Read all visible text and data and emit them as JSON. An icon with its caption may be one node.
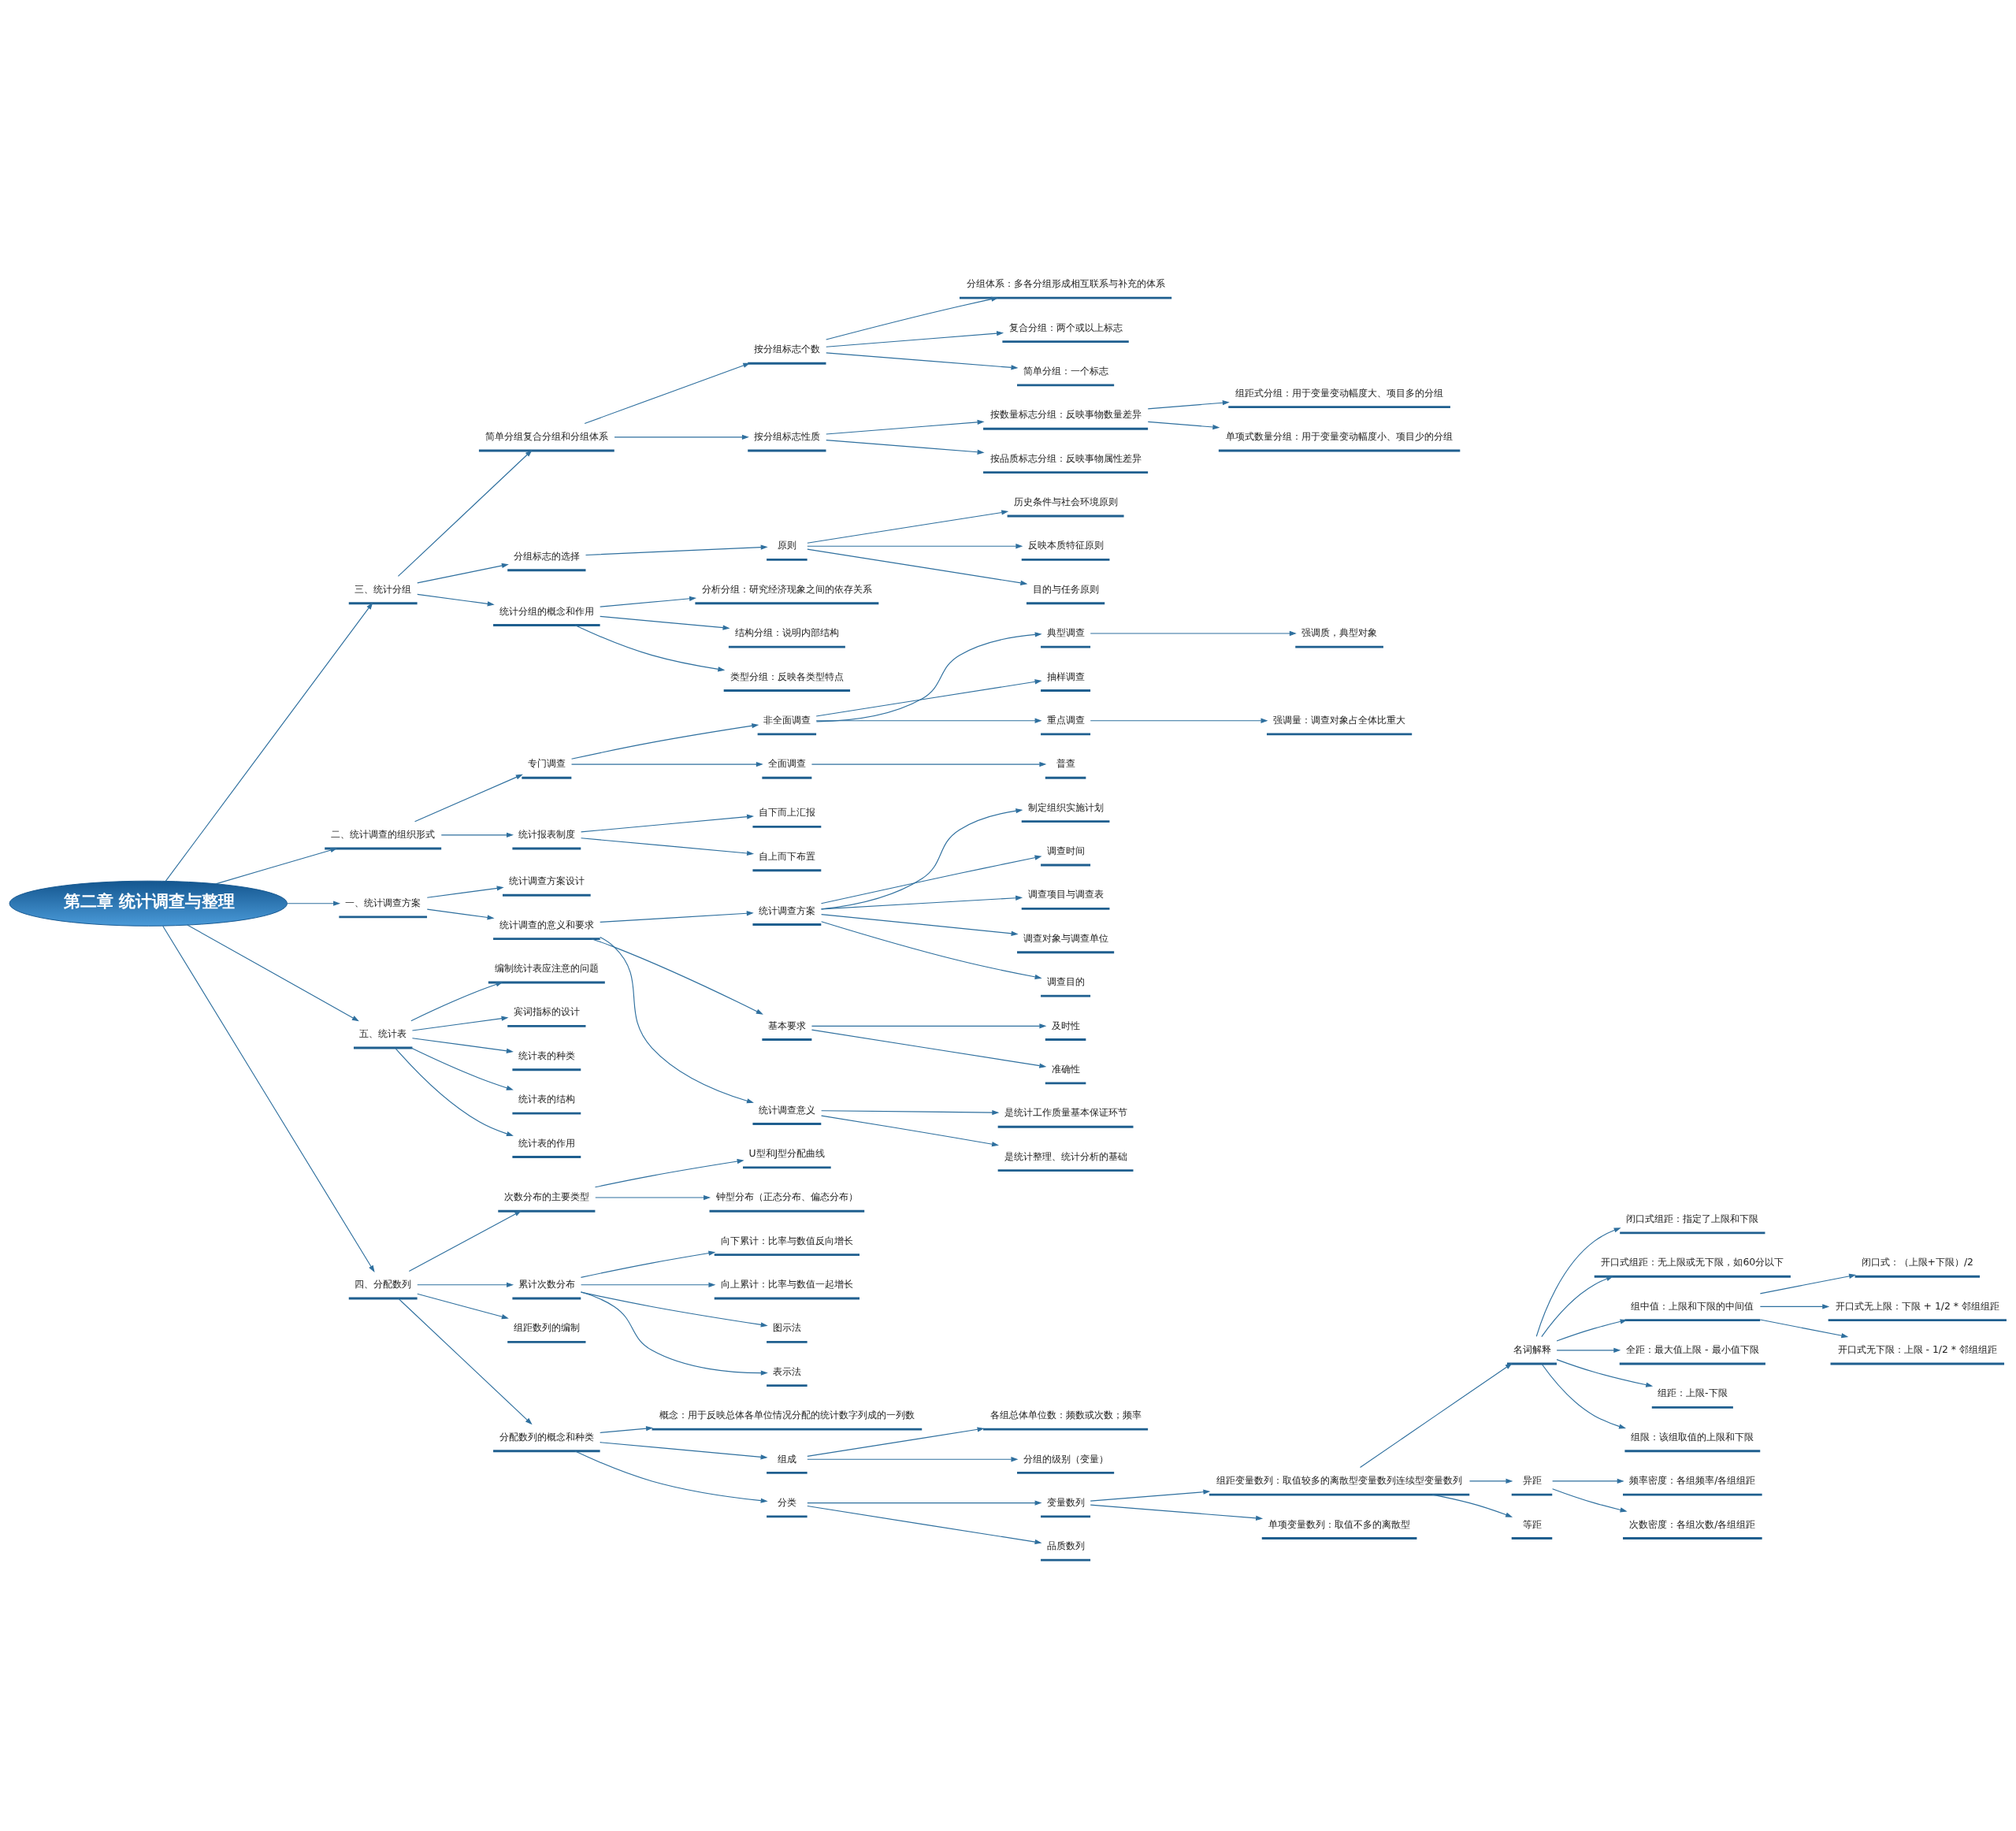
{
  "diagram": {
    "nodes": [
      {
        "text": [
          "第二章 统计调查与整理"
        ]
      },
      {
        "text": [
          "三、统计分组"
        ]
      },
      {
        "text": [
          "简单分组复合分组和分组体系"
        ]
      },
      {
        "text": [
          "按分组标志个数"
        ]
      },
      {
        "text": [
          "分组体系：多各分组形成相互联系与补充的体系"
        ]
      },
      {
        "text": [
          "复合分组：两个或以上标志"
        ]
      },
      {
        "text": [
          "简单分组：一个标志"
        ]
      },
      {
        "text": [
          "按分组标志性质"
        ]
      },
      {
        "text": [
          "按数量标志分组：反映事物数量差异"
        ]
      },
      {
        "text": [
          "组距式分组：用于变量变动幅度大、项目多的分组"
        ]
      },
      {
        "text": [
          "单项式数量分组：用于变量变动幅度小、项目少的分组"
        ]
      },
      {
        "text": [
          "按品质标志分组：反映事物属性差异"
        ]
      },
      {
        "text": [
          "分组标志的选择"
        ]
      },
      {
        "text": [
          "原则"
        ]
      },
      {
        "text": [
          "历史条件与社会环境原则"
        ]
      },
      {
        "text": [
          "反映本质特征原则"
        ]
      },
      {
        "text": [
          "目的与任务原则"
        ]
      },
      {
        "text": [
          "统计分组的概念和作用"
        ]
      },
      {
        "text": [
          "分析分组：研究经济现象之间的依存关系"
        ]
      },
      {
        "text": [
          "结构分组：说明内部结构"
        ]
      },
      {
        "text": [
          "类型分组：反映各类型特点"
        ]
      },
      {
        "text": [
          "二、统计调查的组织形式"
        ]
      },
      {
        "text": [
          "专门调查"
        ]
      },
      {
        "text": [
          "非全面调查"
        ]
      },
      {
        "text": [
          "典型调查"
        ]
      },
      {
        "text": [
          "强调质，典型对象"
        ]
      },
      {
        "text": [
          "抽样调查"
        ]
      },
      {
        "text": [
          "重点调查"
        ]
      },
      {
        "text": [
          "强调量：调查对象占全体比重大"
        ]
      },
      {
        "text": [
          "全面调查"
        ]
      },
      {
        "text": [
          "普查"
        ]
      },
      {
        "text": [
          "统计报表制度"
        ]
      },
      {
        "text": [
          "自下而上汇报"
        ]
      },
      {
        "text": [
          "自上而下布置"
        ]
      },
      {
        "text": [
          "一、统计调查方案"
        ]
      },
      {
        "text": [
          "统计调查方案设计"
        ]
      },
      {
        "text": [
          "统计调查的意义和要求"
        ]
      },
      {
        "text": [
          "统计调查方案"
        ]
      },
      {
        "text": [
          "制定组织实施计划"
        ]
      },
      {
        "text": [
          "调查时间"
        ]
      },
      {
        "text": [
          "调查项目与调查表"
        ]
      },
      {
        "text": [
          "调查对象与调查单位"
        ]
      },
      {
        "text": [
          "调查目的"
        ]
      },
      {
        "text": [
          "基本要求"
        ]
      },
      {
        "text": [
          "及时性"
        ]
      },
      {
        "text": [
          "准确性"
        ]
      },
      {
        "text": [
          "统计调查意义"
        ]
      },
      {
        "text": [
          "是统计工作质量基本保证环节"
        ]
      },
      {
        "text": [
          "是统计整理、统计分析的基础"
        ]
      },
      {
        "text": [
          "五、统计表"
        ]
      },
      {
        "text": [
          "编制统计表应注意的问题"
        ]
      },
      {
        "text": [
          "宾词指标的设计"
        ]
      },
      {
        "text": [
          "统计表的种类"
        ]
      },
      {
        "text": [
          "统计表的结构"
        ]
      },
      {
        "text": [
          "统计表的作用"
        ]
      },
      {
        "text": [
          "四、分配数列"
        ]
      },
      {
        "text": [
          "次数分布的主要类型"
        ]
      },
      {
        "text": [
          "U型和J型分配曲线"
        ]
      },
      {
        "text": [
          "钟型分布（正态分布、偏态分布）"
        ]
      },
      {
        "text": [
          "累计次数分布"
        ]
      },
      {
        "text": [
          "向下累计：比率与数值反向增长"
        ]
      },
      {
        "text": [
          "向上累计：比率与数值一起增长"
        ]
      },
      {
        "text": [
          "图示法"
        ]
      },
      {
        "text": [
          "表示法"
        ]
      },
      {
        "text": [
          "组距数列的编制"
        ]
      },
      {
        "text": [
          "分配数列的概念和种类"
        ]
      },
      {
        "text": [
          "概念：用于反映总体各单位情况分配的统计数字列成的一列数"
        ]
      },
      {
        "text": [
          "组成"
        ]
      },
      {
        "text": [
          "各组总体单位数：频数或次数；频率"
        ]
      },
      {
        "text": [
          "分组的级别（变量）"
        ]
      },
      {
        "text": [
          "分类"
        ]
      },
      {
        "text": [
          "变量数列"
        ]
      },
      {
        "text": [
          "组距变量数列：取值较多的离散型变量数列连续型变量数列"
        ]
      },
      {
        "text": [
          "名词解释"
        ]
      },
      {
        "text": [
          "闭口式组距：指定了上限和下限"
        ]
      },
      {
        "text": [
          "开口式组距：无上限或无下限，如60分以下"
        ]
      },
      {
        "text": [
          "组中值：上限和下限的中间值"
        ]
      },
      {
        "text": [
          "闭口式：（上限+下限）/2"
        ]
      },
      {
        "text": [
          "开口式无上限：下限 + 1/2 * 邻组组距"
        ]
      },
      {
        "text": [
          "开口式无下限：上限 - 1/2 * 邻组组距"
        ]
      },
      {
        "text": [
          "全距：最大值上限 - 最小值下限"
        ]
      },
      {
        "text": [
          "组距：上限-下限"
        ]
      },
      {
        "text": [
          "组限：该组取值的上限和下限"
        ]
      },
      {
        "text": [
          "异距"
        ]
      },
      {
        "text": [
          "频率密度：各组频率/各组组距"
        ]
      },
      {
        "text": [
          "次数密度：各组次数/各组组距"
        ]
      },
      {
        "text": [
          "等距"
        ]
      },
      {
        "text": [
          "单项变量数列：取值不多的离散型"
        ]
      },
      {
        "text": [
          "品质数列"
        ]
      }
    ],
    "edges": [
      {
        "from": 0,
        "to": 1,
        "arrow": "to"
      },
      {
        "from": 1,
        "to": 2,
        "arrow": "to"
      },
      {
        "from": 2,
        "to": 3,
        "arrow": "to"
      },
      {
        "from": 3,
        "to": 4,
        "arrow": "to"
      },
      {
        "from": 3,
        "to": 5,
        "arrow": "to"
      },
      {
        "from": 3,
        "to": 6,
        "arrow": "to"
      },
      {
        "from": 2,
        "to": 7,
        "arrow": "to"
      },
      {
        "from": 7,
        "to": 8,
        "arrow": "to"
      },
      {
        "from": 8,
        "to": 9,
        "arrow": "to"
      },
      {
        "from": 8,
        "to": 10,
        "arrow": "to"
      },
      {
        "from": 7,
        "to": 11,
        "arrow": "to"
      },
      {
        "from": 1,
        "to": 12,
        "arrow": "to"
      },
      {
        "from": 12,
        "to": 13,
        "arrow": "to"
      },
      {
        "from": 13,
        "to": 14,
        "arrow": "to"
      },
      {
        "from": 13,
        "to": 15,
        "arrow": "to"
      },
      {
        "from": 13,
        "to": 16,
        "arrow": "to"
      },
      {
        "from": 1,
        "to": 17,
        "arrow": "to"
      },
      {
        "from": 17,
        "to": 18,
        "arrow": "to"
      },
      {
        "from": 17,
        "to": 19,
        "arrow": "to"
      },
      {
        "from": 17,
        "to": 20,
        "arrow": "to"
      },
      {
        "from": 0,
        "to": 21,
        "arrow": "to"
      },
      {
        "from": 21,
        "to": 22,
        "arrow": "to"
      },
      {
        "from": 22,
        "to": 23,
        "arrow": "to"
      },
      {
        "from": 23,
        "to": 24,
        "arrow": "to"
      },
      {
        "from": 24,
        "to": 25,
        "arrow": "to"
      },
      {
        "from": 23,
        "to": 26,
        "arrow": "to"
      },
      {
        "from": 23,
        "to": 27,
        "arrow": "to"
      },
      {
        "from": 27,
        "to": 28,
        "arrow": "to"
      },
      {
        "from": 22,
        "to": 29,
        "arrow": "to"
      },
      {
        "from": 29,
        "to": 30,
        "arrow": "to"
      },
      {
        "from": 21,
        "to": 31,
        "arrow": "to"
      },
      {
        "from": 31,
        "to": 32,
        "arrow": "to"
      },
      {
        "from": 31,
        "to": 33,
        "arrow": "to"
      },
      {
        "from": 0,
        "to": 34,
        "arrow": "to"
      },
      {
        "from": 34,
        "to": 35,
        "arrow": "to"
      },
      {
        "from": 34,
        "to": 36,
        "arrow": "to"
      },
      {
        "from": 36,
        "to": 37,
        "arrow": "to"
      },
      {
        "from": 37,
        "to": 38,
        "arrow": "to"
      },
      {
        "from": 37,
        "to": 39,
        "arrow": "to"
      },
      {
        "from": 37,
        "to": 40,
        "arrow": "to"
      },
      {
        "from": 37,
        "to": 41,
        "arrow": "to"
      },
      {
        "from": 37,
        "to": 42,
        "arrow": "to"
      },
      {
        "from": 36,
        "to": 43,
        "arrow": "to"
      },
      {
        "from": 43,
        "to": 44,
        "arrow": "to"
      },
      {
        "from": 43,
        "to": 45,
        "arrow": "to"
      },
      {
        "from": 36,
        "to": 46,
        "arrow": "to"
      },
      {
        "from": 46,
        "to": 47,
        "arrow": "to"
      },
      {
        "from": 46,
        "to": 48,
        "arrow": "to"
      },
      {
        "from": 0,
        "to": 49,
        "arrow": "to"
      },
      {
        "from": 49,
        "to": 50,
        "arrow": "to"
      },
      {
        "from": 49,
        "to": 51,
        "arrow": "to"
      },
      {
        "from": 49,
        "to": 52,
        "arrow": "to"
      },
      {
        "from": 49,
        "to": 53,
        "arrow": "to"
      },
      {
        "from": 49,
        "to": 54,
        "arrow": "to"
      },
      {
        "from": 0,
        "to": 55,
        "arrow": "to"
      },
      {
        "from": 55,
        "to": 56,
        "arrow": "to"
      },
      {
        "from": 56,
        "to": 57,
        "arrow": "to"
      },
      {
        "from": 56,
        "to": 58,
        "arrow": "to"
      },
      {
        "from": 55,
        "to": 59,
        "arrow": "to"
      },
      {
        "from": 59,
        "to": 60,
        "arrow": "to"
      },
      {
        "from": 59,
        "to": 61,
        "arrow": "to"
      },
      {
        "from": 59,
        "to": 62,
        "arrow": "to"
      },
      {
        "from": 59,
        "to": 63,
        "arrow": "to"
      },
      {
        "from": 55,
        "to": 64,
        "arrow": "to"
      },
      {
        "from": 55,
        "to": 65,
        "arrow": "to"
      },
      {
        "from": 65,
        "to": 66,
        "arrow": "to"
      },
      {
        "from": 65,
        "to": 67,
        "arrow": "to"
      },
      {
        "from": 67,
        "to": 68,
        "arrow": "to"
      },
      {
        "from": 67,
        "to": 69,
        "arrow": "to"
      },
      {
        "from": 65,
        "to": 70,
        "arrow": "to"
      },
      {
        "from": 70,
        "to": 71,
        "arrow": "to"
      },
      {
        "from": 71,
        "to": 72,
        "arrow": "to"
      },
      {
        "from": 72,
        "to": 73,
        "arrow": "to"
      },
      {
        "from": 73,
        "to": 74,
        "arrow": "to"
      },
      {
        "from": 73,
        "to": 75,
        "arrow": "to"
      },
      {
        "from": 73,
        "to": 76,
        "arrow": "to"
      },
      {
        "from": 76,
        "to": 77,
        "arrow": "to"
      },
      {
        "from": 76,
        "to": 78,
        "arrow": "to"
      },
      {
        "from": 76,
        "to": 79,
        "arrow": "to"
      },
      {
        "from": 73,
        "to": 80,
        "arrow": "to"
      },
      {
        "from": 73,
        "to": 81,
        "arrow": "to"
      },
      {
        "from": 73,
        "to": 82,
        "arrow": "to"
      },
      {
        "from": 72,
        "to": 83,
        "arrow": "to"
      },
      {
        "from": 83,
        "to": 84,
        "arrow": "to"
      },
      {
        "from": 83,
        "to": 85,
        "arrow": "to"
      },
      {
        "from": 72,
        "to": 86,
        "arrow": "to"
      },
      {
        "from": 71,
        "to": 87,
        "arrow": "to"
      },
      {
        "from": 70,
        "to": 88,
        "arrow": "to"
      }
    ]
  }
}
